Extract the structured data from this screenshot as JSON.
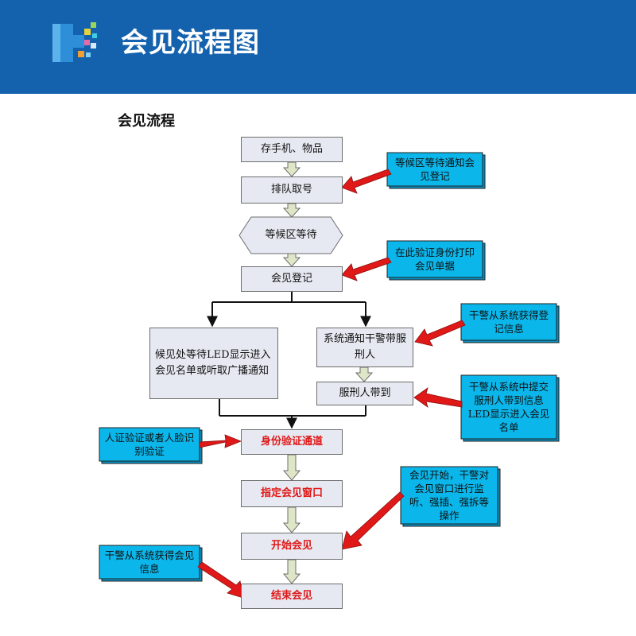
{
  "header": {
    "title": "会见流程图"
  },
  "section_title": "会见流程",
  "steps": {
    "phone": "存手机、物品",
    "queue": "排队取号",
    "wait": "等候区等待",
    "register": "会见登记",
    "led_wait": "候见处等待LED显示进入会见名单或听取广播通知",
    "notify": "系统通知干警带服刑人",
    "bring": "服刑人带到",
    "verify": "身份验证通道",
    "window": "指定会见窗口",
    "start": "开始会见",
    "end": "结束会见"
  },
  "callouts": {
    "c1": "等候区等待通知会见登记",
    "c2": "在此验证身份打印会见单据",
    "c3": "干警从系统获得登记信息",
    "c4": "干警从系统中提交服刑人带到信息LED显示进入会见名单",
    "c5": "人证验证或者人脸识别验证",
    "c6": "会见开始，干警对会见窗口进行监听、强插、强拆等操作",
    "c7": "干警从系统获得会见信息"
  },
  "colors": {
    "header_bg": "#1462ae",
    "box_fill": "#e6e9f1",
    "callout_fill": "#0bb6ea",
    "arrow_red": "#e01818",
    "connector_fill": "#dfe6c8",
    "highlight_text": "#e01818"
  },
  "icons": {
    "logo": "mosaic-logo-icon"
  }
}
